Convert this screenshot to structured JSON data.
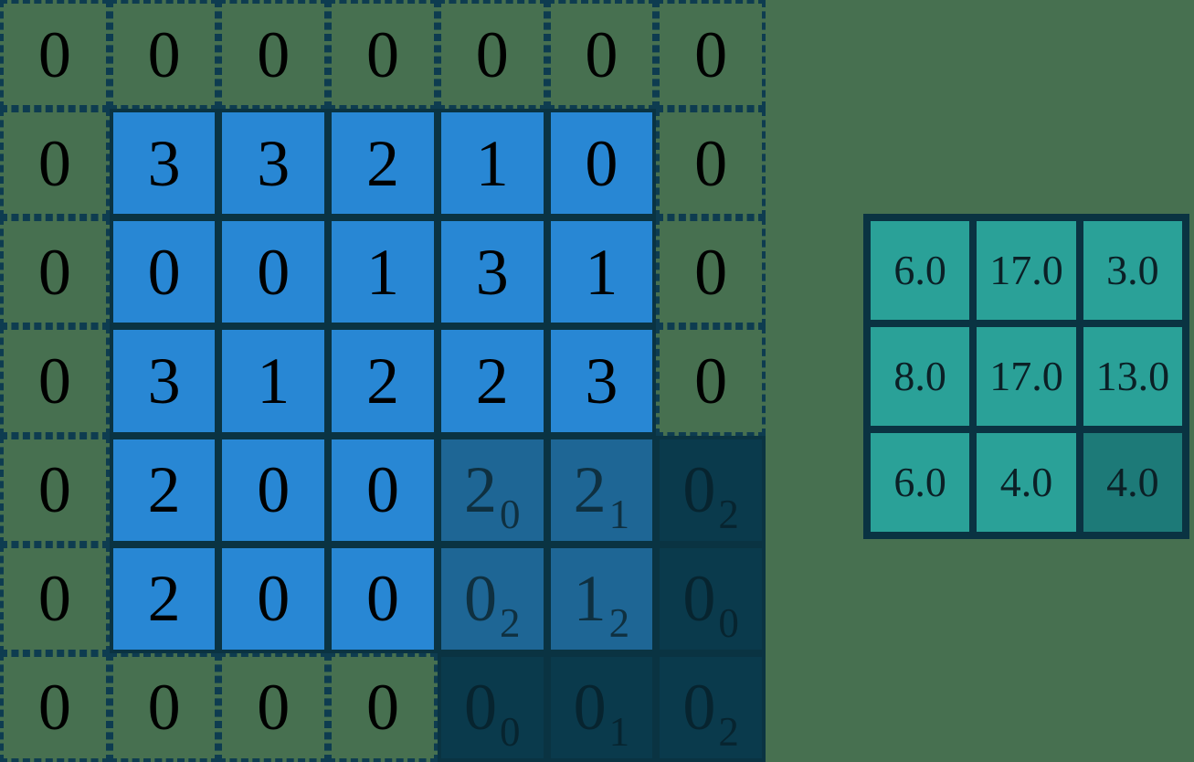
{
  "colors": {
    "background": "#477050",
    "input_blue": "#2887d4",
    "kernel_over_input": "#1e6695",
    "kernel_over_padding": "#0a3a4c",
    "grid_line": "#0a3342",
    "dashed_padding_line": "#0e3c50",
    "output_teal": "#2aa198",
    "output_highlight": "#1d7a78"
  },
  "padded_input_grid": {
    "rows": 7,
    "cols": 7,
    "cells": [
      [
        {
          "v": "0",
          "t": "pad"
        },
        {
          "v": "0",
          "t": "pad"
        },
        {
          "v": "0",
          "t": "pad"
        },
        {
          "v": "0",
          "t": "pad"
        },
        {
          "v": "0",
          "t": "pad"
        },
        {
          "v": "0",
          "t": "pad"
        },
        {
          "v": "0",
          "t": "pad"
        }
      ],
      [
        {
          "v": "0",
          "t": "pad"
        },
        {
          "v": "3",
          "t": "input"
        },
        {
          "v": "3",
          "t": "input"
        },
        {
          "v": "2",
          "t": "input"
        },
        {
          "v": "1",
          "t": "input"
        },
        {
          "v": "0",
          "t": "input"
        },
        {
          "v": "0",
          "t": "pad"
        }
      ],
      [
        {
          "v": "0",
          "t": "pad"
        },
        {
          "v": "0",
          "t": "input"
        },
        {
          "v": "0",
          "t": "input"
        },
        {
          "v": "1",
          "t": "input"
        },
        {
          "v": "3",
          "t": "input"
        },
        {
          "v": "1",
          "t": "input"
        },
        {
          "v": "0",
          "t": "pad"
        }
      ],
      [
        {
          "v": "0",
          "t": "pad"
        },
        {
          "v": "3",
          "t": "input"
        },
        {
          "v": "1",
          "t": "input"
        },
        {
          "v": "2",
          "t": "input"
        },
        {
          "v": "2",
          "t": "input"
        },
        {
          "v": "3",
          "t": "input"
        },
        {
          "v": "0",
          "t": "pad"
        }
      ],
      [
        {
          "v": "0",
          "t": "pad"
        },
        {
          "v": "2",
          "t": "input"
        },
        {
          "v": "0",
          "t": "input"
        },
        {
          "v": "0",
          "t": "input"
        },
        {
          "v": "2",
          "t": "kin",
          "sub": "0"
        },
        {
          "v": "2",
          "t": "kin",
          "sub": "1"
        },
        {
          "v": "0",
          "t": "kpad",
          "sub": "2"
        }
      ],
      [
        {
          "v": "0",
          "t": "pad"
        },
        {
          "v": "2",
          "t": "input"
        },
        {
          "v": "0",
          "t": "input"
        },
        {
          "v": "0",
          "t": "input"
        },
        {
          "v": "0",
          "t": "kin",
          "sub": "2"
        },
        {
          "v": "1",
          "t": "kin",
          "sub": "2"
        },
        {
          "v": "0",
          "t": "kpad",
          "sub": "0"
        }
      ],
      [
        {
          "v": "0",
          "t": "pad"
        },
        {
          "v": "0",
          "t": "pad"
        },
        {
          "v": "0",
          "t": "pad"
        },
        {
          "v": "0",
          "t": "pad"
        },
        {
          "v": "0",
          "t": "kpad",
          "sub": "0"
        },
        {
          "v": "0",
          "t": "kpad",
          "sub": "1"
        },
        {
          "v": "0",
          "t": "kpad",
          "sub": "2"
        }
      ]
    ]
  },
  "kernel_weights": [
    [
      0,
      1,
      2
    ],
    [
      2,
      2,
      0
    ],
    [
      0,
      1,
      2
    ]
  ],
  "output_grid": {
    "values": [
      [
        "6.0",
        "17.0",
        "3.0"
      ],
      [
        "8.0",
        "17.0",
        "13.0"
      ],
      [
        "6.0",
        "4.0",
        "4.0"
      ]
    ],
    "highlight": {
      "row": 2,
      "col": 2
    }
  }
}
